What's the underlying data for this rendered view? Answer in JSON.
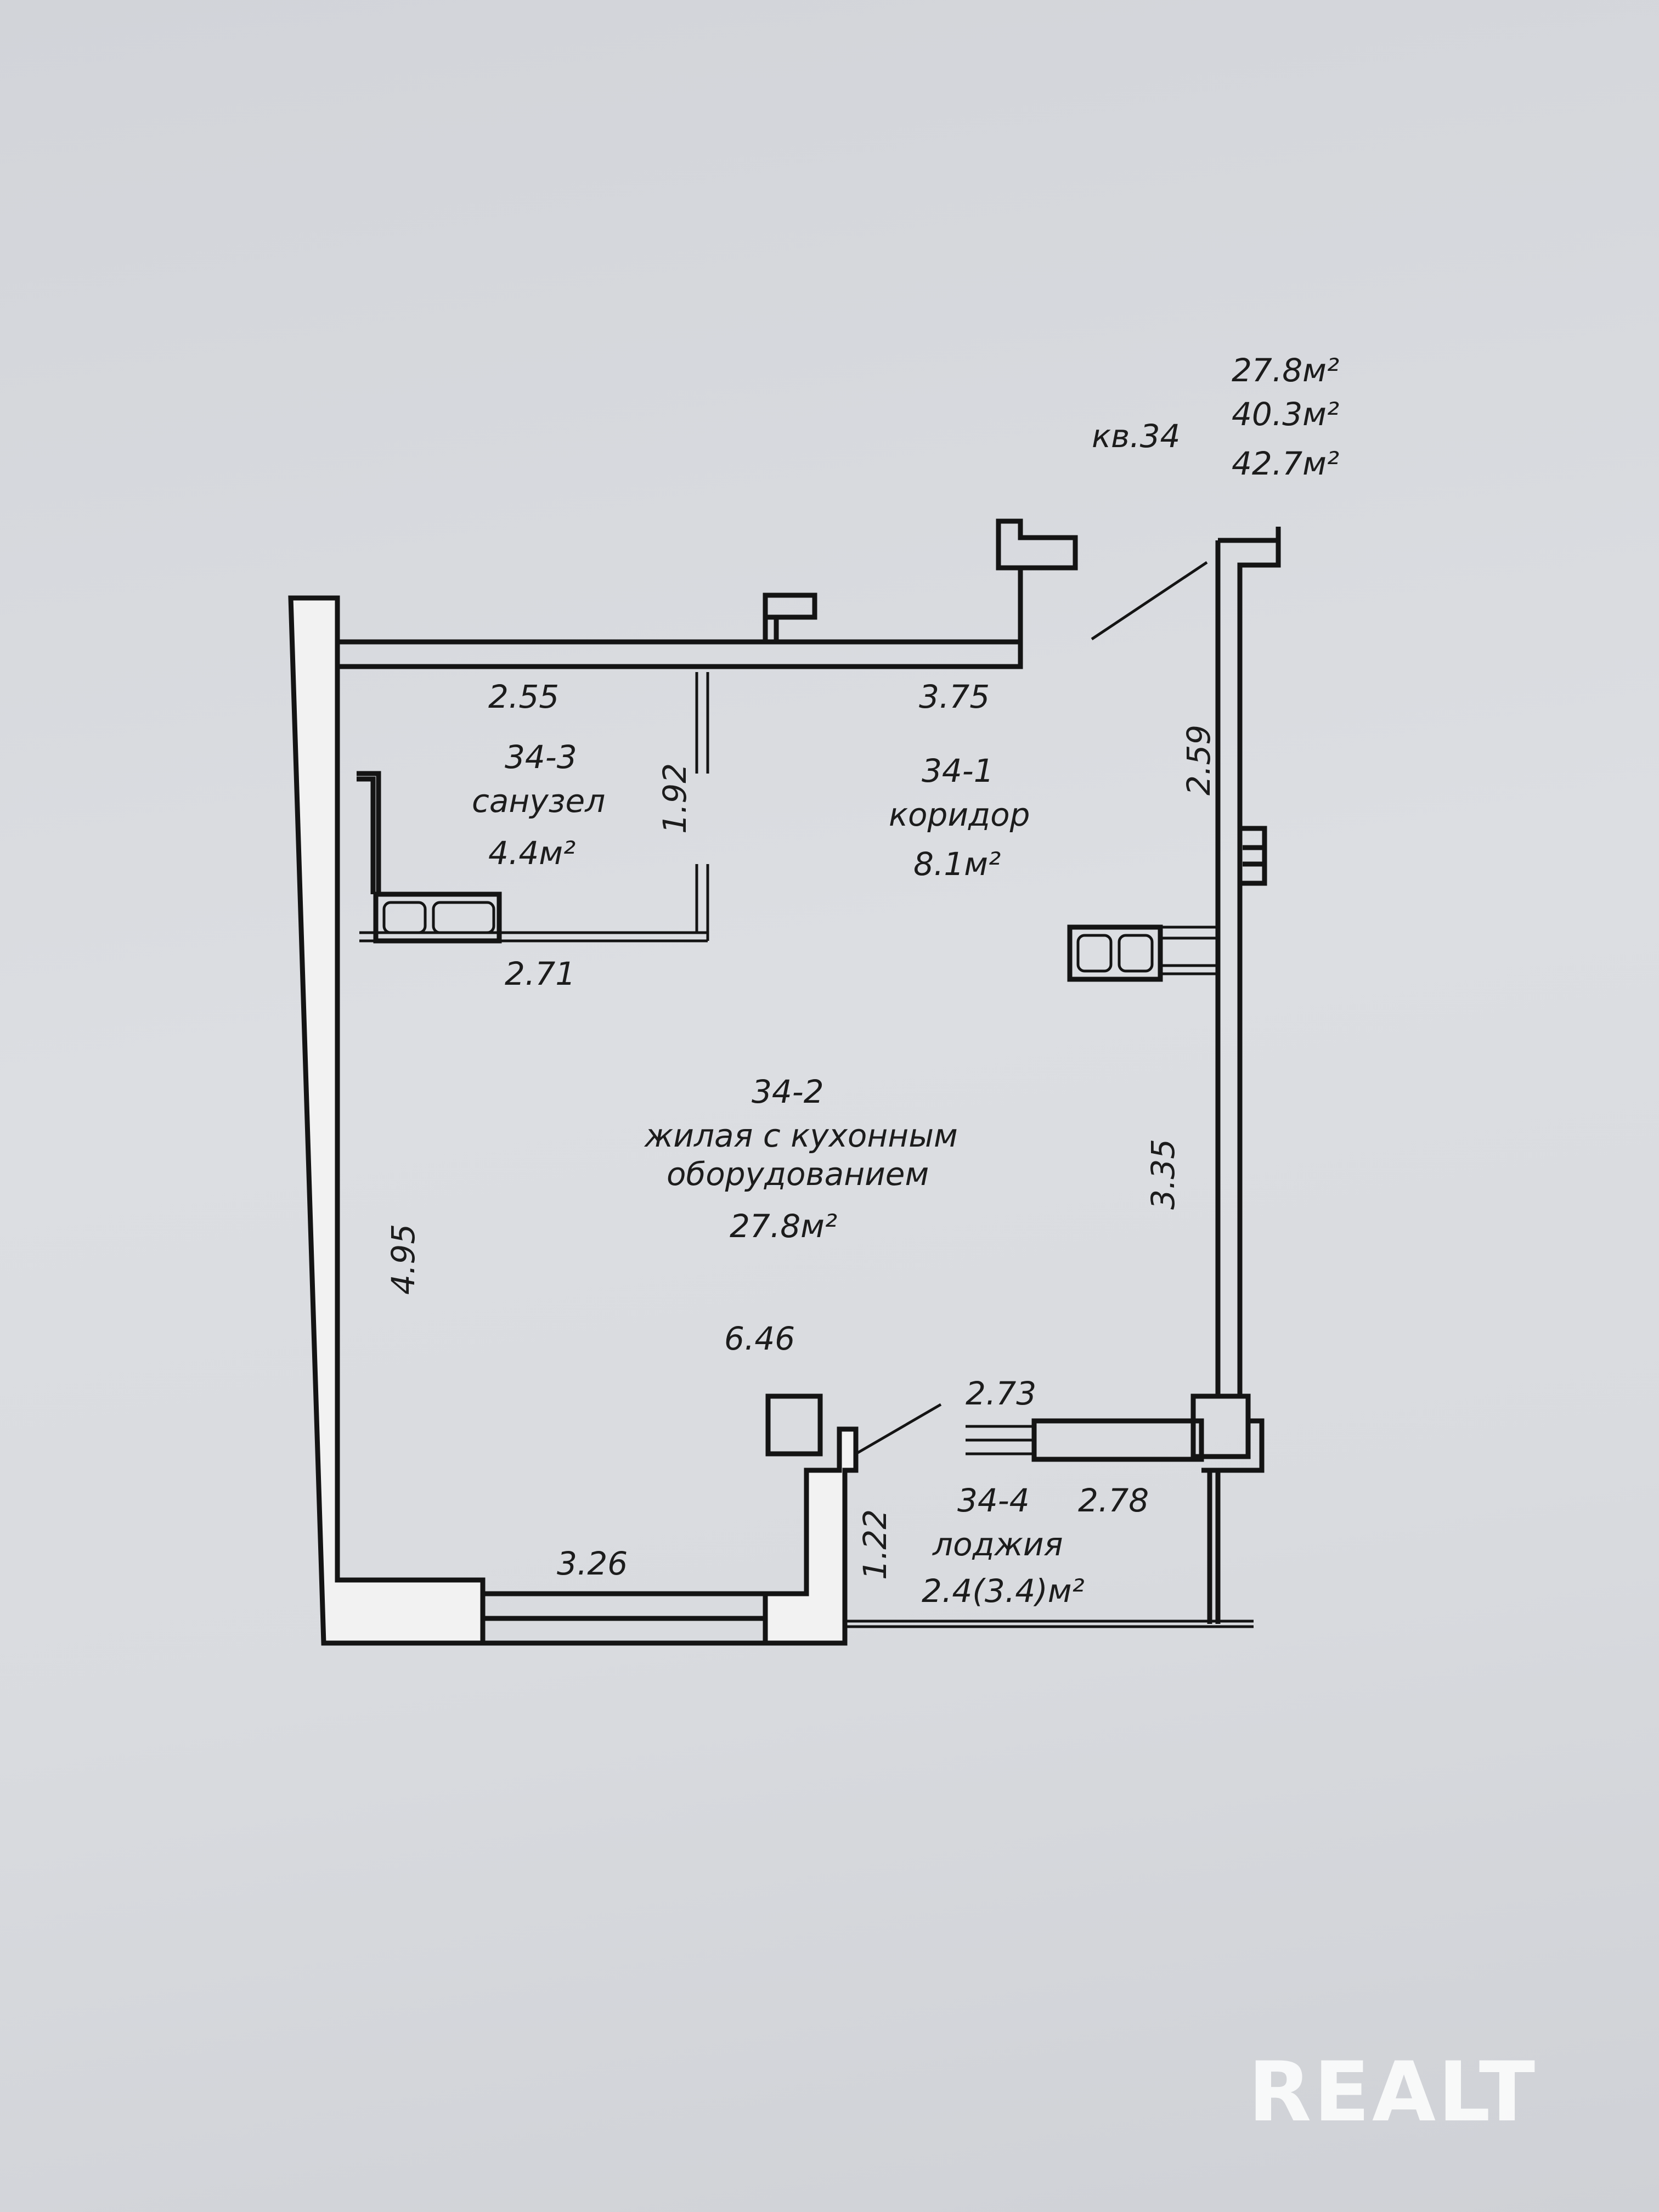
{
  "apartment": {
    "number_label": "кв.34",
    "area_lines": [
      "27.8м²",
      "40.3м²",
      "42.7м²"
    ]
  },
  "rooms": [
    {
      "id": "34-3",
      "name": "санузел",
      "area": "4.4м²"
    },
    {
      "id": "34-1",
      "name": "коридор",
      "area": "8.1м²"
    },
    {
      "id": "34-2",
      "name_line1": "жилая с кухонным",
      "name_line2": "оборудованием",
      "area": "27.8м²"
    },
    {
      "id": "34-4",
      "name": "лоджия",
      "area": "2.4(3.4)м²"
    }
  ],
  "dimensions": {
    "bath_top": "2.55",
    "corridor_top": "3.75",
    "bath_height": "1.92",
    "bath_bottom": "2.71",
    "right_upper": "2.59",
    "right_lower": "3.35",
    "left": "4.95",
    "room_width": "6.46",
    "bottom": "3.26",
    "loggia_depth": "1.22",
    "loggia_top": "2.73",
    "loggia_width": "2.78"
  },
  "watermark": "REALT"
}
